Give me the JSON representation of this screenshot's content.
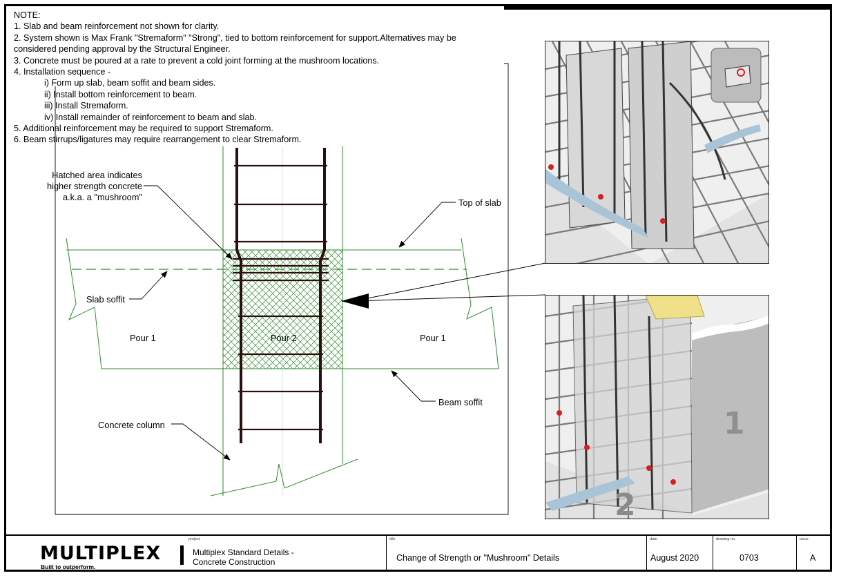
{
  "notes": {
    "heading": "NOTE:",
    "lines": [
      "1. Slab and beam reinforcement not shown for clarity.",
      "2. System shown is Max Frank \"Stremaform\" \"Strong\", tied to bottom reinforcement for support.Alternatives may be",
      "considered pending approval by the Structural Engineer.",
      "3. Concrete must be poured at a rate to prevent a cold joint forming at the mushroom locations.",
      "4. Installation sequence -",
      "i) Form up slab, beam soffit and beam sides.",
      "ii) Install bottom reinforcement to beam.",
      "iii) Install Stremaform.",
      "iv) Install remainder of reinforcement to beam and slab.",
      "5. Additional reinforcement may be required to support Stremaform.",
      "6. Beam stirrups/ligatures may require rearrangement to clear Stremaform."
    ]
  },
  "labels": {
    "hatched_1": "Hatched area indicates",
    "hatched_2": "higher strength concrete",
    "hatched_3": "a.k.a. a \"mushroom\"",
    "top_of_slab": "Top of slab",
    "slab_soffit": "Slab soffit",
    "pour_left": "Pour 1",
    "pour_mid": "Pour 2",
    "pour_right": "Pour 1",
    "beam_soffit": "Beam soffit",
    "concrete_column": "Concrete column"
  },
  "photo": {
    "label_1": "1",
    "label_2": "2"
  },
  "title_block": {
    "logo": "MULTIPLEX",
    "tagline": "Built to outperform.",
    "project_caption": "project",
    "project_line1": "Multiplex Standard Details -",
    "project_line2": "Concrete Construction",
    "title_caption": "title",
    "title": "Change of Strength or \"Mushroom\" Details",
    "date_caption": "date",
    "date": "August 2020",
    "drawing_caption": "drawing no.",
    "drawing_no": "0703",
    "issue_caption": "issue",
    "issue": "A"
  },
  "colors": {
    "line_green": "#2e8b2e",
    "rebar": "#2a0f0f",
    "tie_red": "#d62020",
    "tape_blue": "#a9c4d6",
    "bar_yellow": "#f1e08a"
  }
}
